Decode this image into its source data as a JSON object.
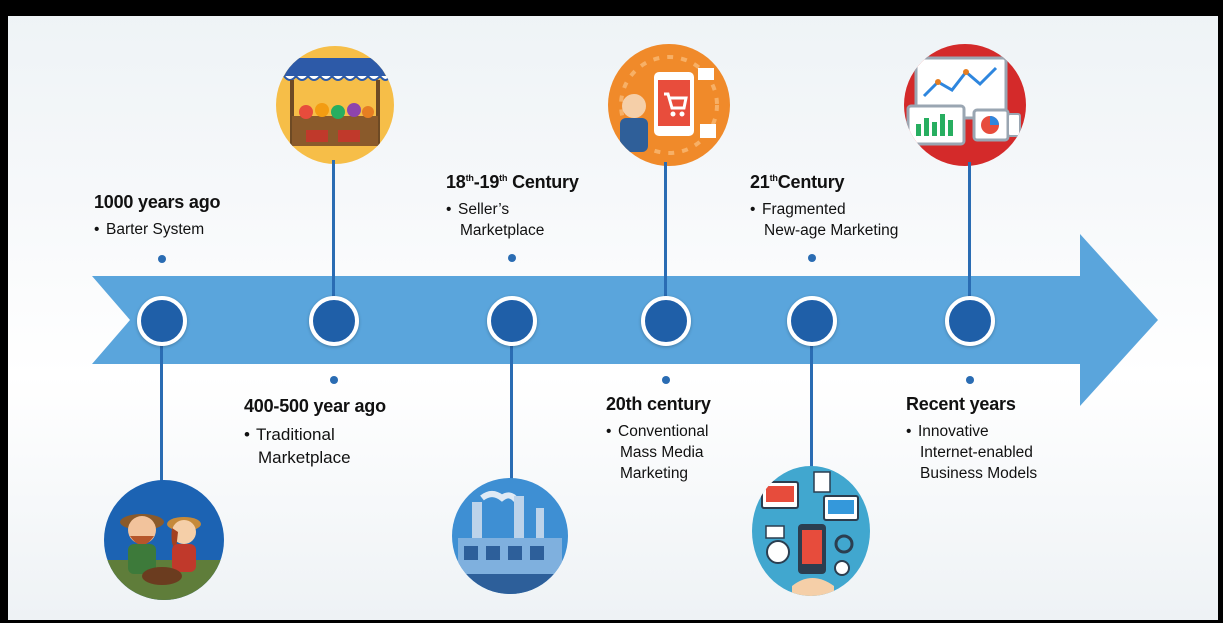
{
  "timeline": [
    {
      "era": "1000 years ago",
      "desc_line1": "Barter System",
      "desc_line2": "",
      "desc_line3": "",
      "illustration_icon": "farmers-icon",
      "circle_color": "#1c63b3"
    },
    {
      "era": "400-500 year ago",
      "desc_line1": "Traditional",
      "desc_line2": "Marketplace",
      "desc_line3": "",
      "illustration_icon": "market-stall-icon",
      "circle_color": "#f6be48"
    },
    {
      "era_a": "18",
      "era_a_sup": "th",
      "era_b": "-19",
      "era_b_sup": "th",
      "era_c": " Century",
      "desc_line1": "Seller’s",
      "desc_line2": "Marketplace",
      "desc_line3": "",
      "illustration_icon": "factory-icon",
      "circle_color": "#3e8fd3"
    },
    {
      "era": "20th century",
      "desc_line1": "Conventional",
      "desc_line2": "Mass Media",
      "desc_line3": "Marketing",
      "illustration_icon": "online-shopping-icon",
      "circle_color": "#f08a2a"
    },
    {
      "era_a": "21",
      "era_a_sup": "th",
      "era_c": "Century",
      "desc_line1": "Fragmented",
      "desc_line2": "New-age Marketing",
      "desc_line3": "",
      "illustration_icon": "digital-media-icon",
      "circle_color": "#41a7cf"
    },
    {
      "era": "Recent years",
      "desc_line1": "Innovative",
      "desc_line2": "Internet-enabled",
      "desc_line3": "Business Models",
      "illustration_icon": "analytics-devices-icon",
      "circle_color": "#d42a2a"
    }
  ],
  "colors": {
    "arrow": "#5aa5dc",
    "node": "#1f5fa8",
    "stem": "#2a6cb3"
  }
}
